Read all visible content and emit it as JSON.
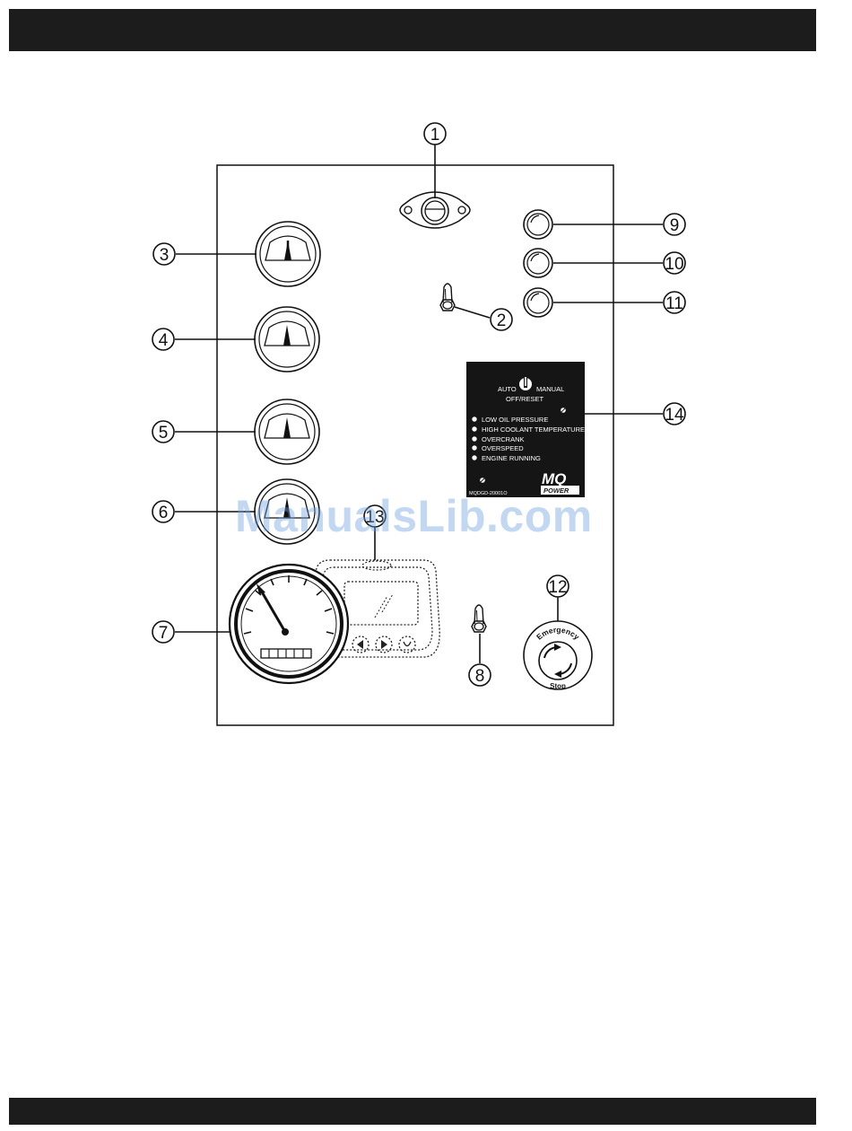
{
  "callouts": {
    "c1": "1",
    "c2": "2",
    "c3": "3",
    "c4": "4",
    "c5": "5",
    "c6": "6",
    "c7": "7",
    "c8": "8",
    "c9": "9",
    "c10": "10",
    "c11": "11",
    "c12": "12",
    "c13": "13",
    "c14": "14"
  },
  "controller_panel": {
    "auto": "AUTO",
    "manual": "MANUAL",
    "off_reset": "OFF/RESET",
    "indicators": [
      "LOW OIL PRESSURE",
      "HIGH COOLANT TEMPERATURE",
      "OVERCRANK",
      "OVERSPEED",
      "ENGINE RUNNING"
    ],
    "model_code": "MQDGD-20001O",
    "logo_top": "MQ",
    "logo_bottom": "POWER"
  },
  "emergency_stop": {
    "top_label": "Emergency",
    "bottom_label": "Stop"
  },
  "watermark": "ManualsLib.com",
  "colors": {
    "header_bar": "#1c1c1c",
    "panel_bg": "#151515",
    "watermark": "#6ea0e1"
  }
}
